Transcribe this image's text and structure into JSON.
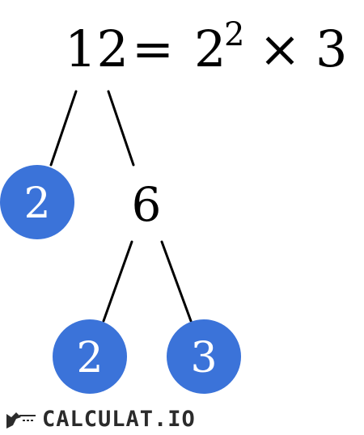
{
  "equation": {
    "left": "12",
    "equals": "=",
    "base": "2",
    "exponent": "2",
    "times": "×",
    "factor": "3"
  },
  "tree": {
    "level1_prime": "2",
    "level1_composite": "6",
    "level2_left": "2",
    "level2_right": "3"
  },
  "colors": {
    "prime_circle": "#3b73d9",
    "text": "#000000",
    "circle_text": "#ffffff"
  },
  "brand": {
    "name": "CALCULAT.IO",
    "icon": "bird-icon"
  }
}
